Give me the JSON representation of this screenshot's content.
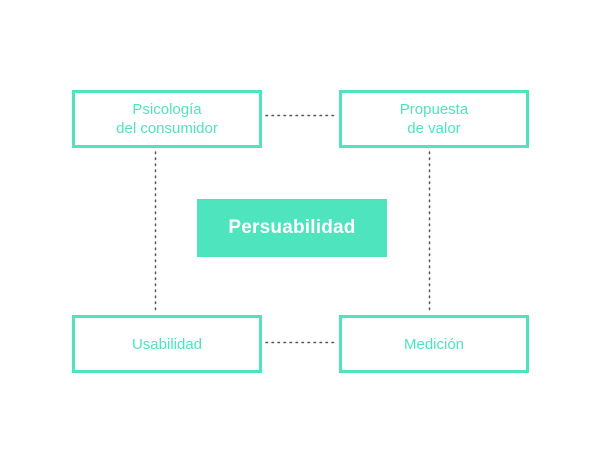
{
  "diagram": {
    "center_label": "Persuabilidad",
    "nodes": {
      "top_left": [
        "Psicología",
        "del consumidor"
      ],
      "top_right": [
        "Propuesta",
        "de valor"
      ],
      "bottom_left": [
        "Usabilidad"
      ],
      "bottom_right": [
        "Medición"
      ]
    },
    "colors": {
      "accent": "#4ee4bd",
      "connector": "#555555",
      "background": "#ffffff"
    }
  }
}
